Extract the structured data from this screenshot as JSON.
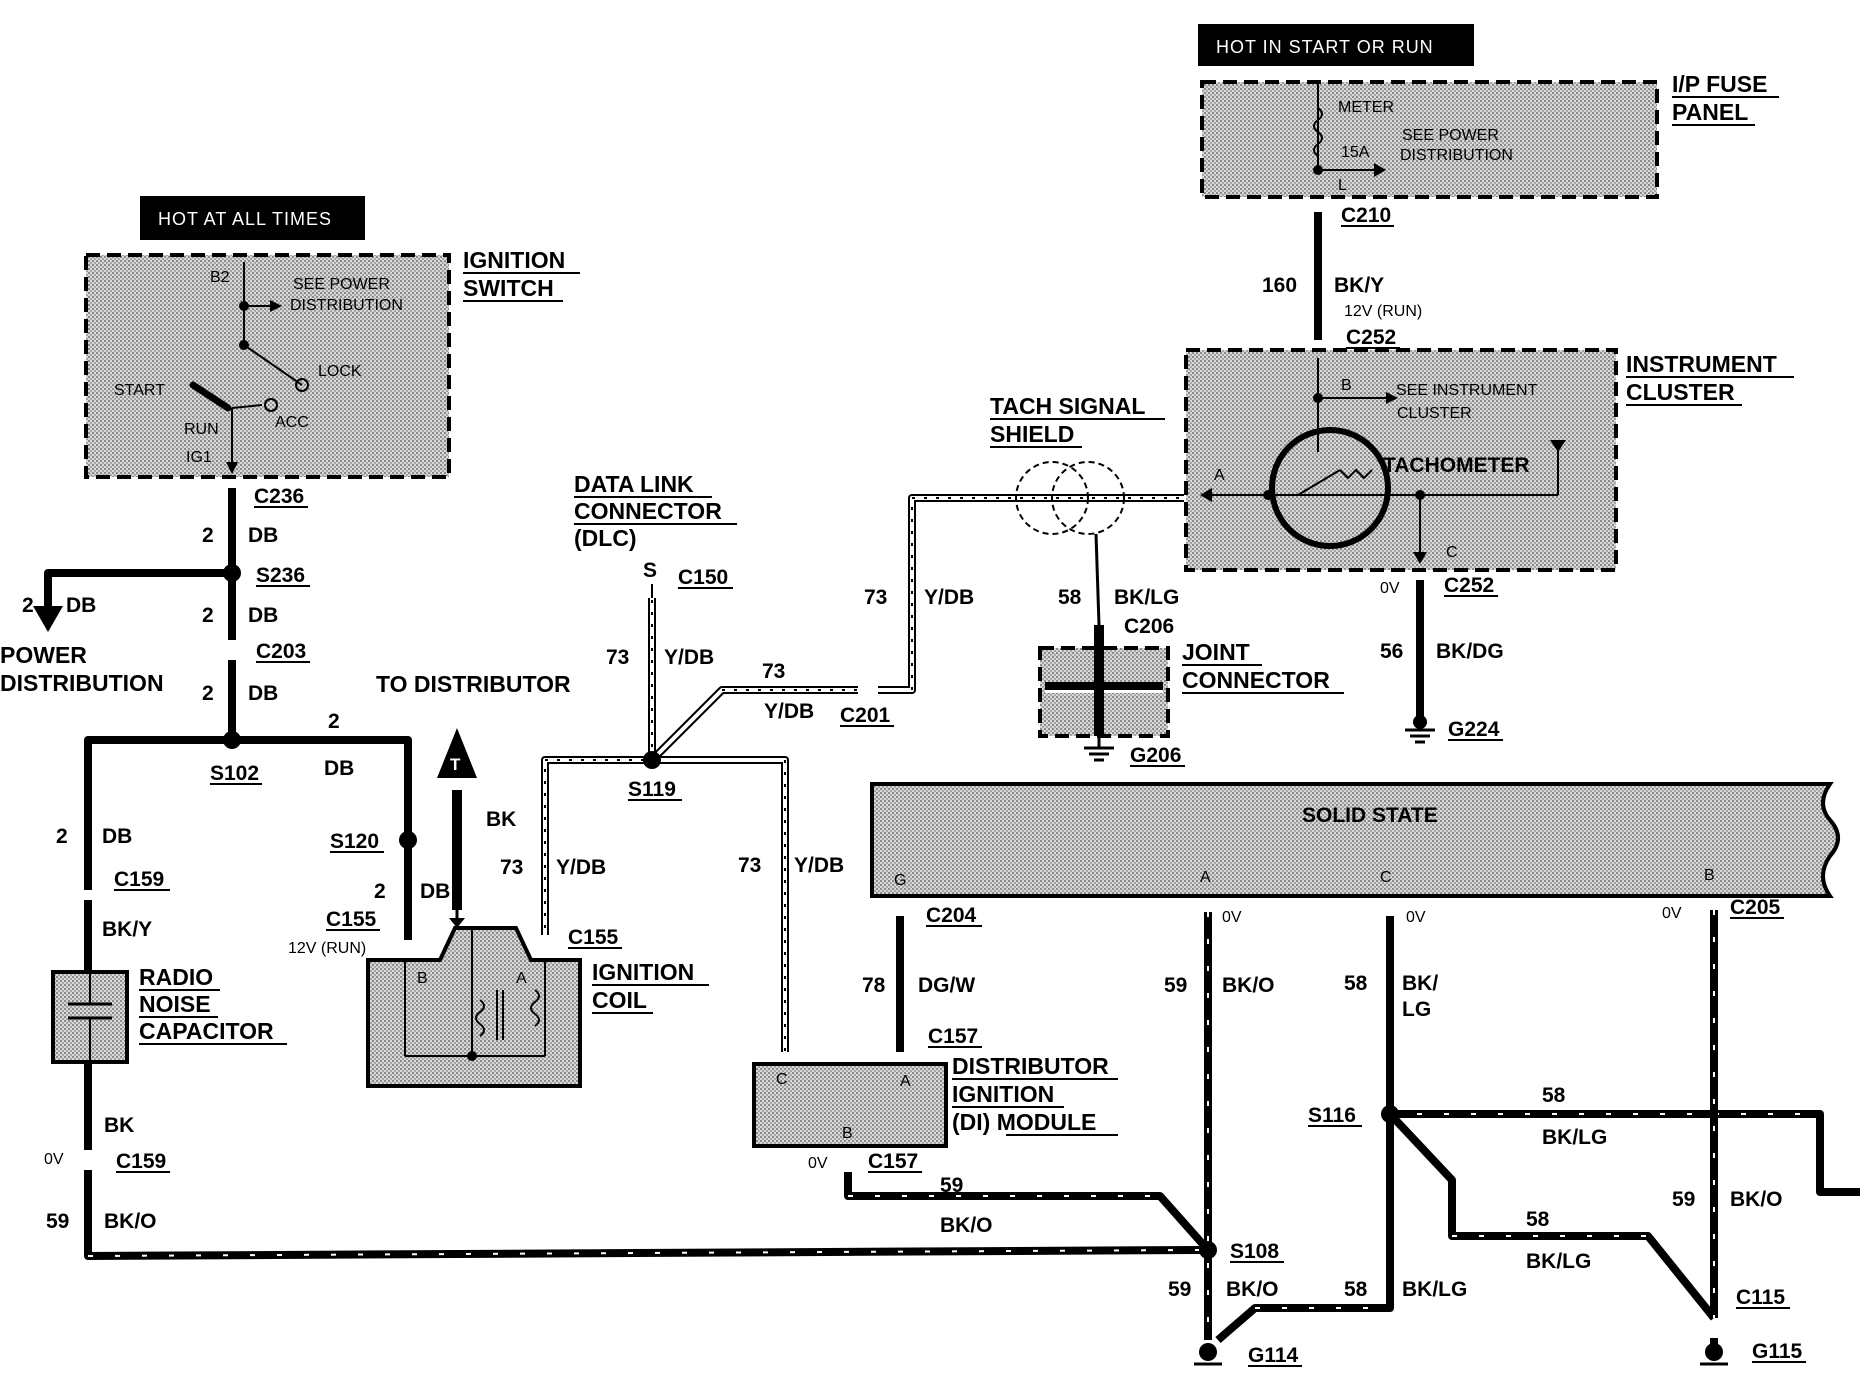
{
  "headers": {
    "hot_all_times": "HOT AT ALL TIMES",
    "hot_start_run": "HOT IN START OR RUN"
  },
  "components": {
    "ignition_switch": [
      "IGNITION",
      "SWITCH"
    ],
    "ip_fuse_panel": [
      "I/P FUSE",
      "PANEL"
    ],
    "instrument_cluster": [
      "INSTRUMENT",
      "CLUSTER"
    ],
    "tach_signal_shield": [
      "TACH SIGNAL",
      "SHIELD"
    ],
    "data_link_connector": [
      "DATA LINK",
      "CONNECTOR",
      "(DLC)"
    ],
    "joint_connector": [
      "JOINT",
      "CONNECTOR"
    ],
    "radio_noise_capacitor": [
      "RADIO",
      "NOISE",
      "CAPACITOR"
    ],
    "ignition_coil": [
      "IGNITION",
      "COIL"
    ],
    "di_module": [
      "DISTRIBUTOR",
      "IGNITION",
      "(DI)  MODULE"
    ],
    "solid_state": "SOLID STATE",
    "power_distribution": [
      "POWER",
      "DISTRIBUTION"
    ],
    "to_distributor": "TO DISTRIBUTOR"
  },
  "switch_labels": {
    "b2": "B2",
    "see_power": "SEE POWER",
    "distribution": "DISTRIBUTION",
    "lock": "LOCK",
    "start": "START",
    "acc": "ACC",
    "run": "RUN",
    "ig1": "IG1"
  },
  "fuse_labels": {
    "meter": "METER",
    "see_power": "SEE POWER",
    "distribution": "DISTRIBUTION",
    "amp": "15A",
    "l": "L"
  },
  "cluster_labels": {
    "b": "B",
    "see_instrument": "SEE INSTRUMENT",
    "cluster": "CLUSTER",
    "tachometer": "TACHOMETER",
    "a": "A",
    "c": "C"
  },
  "pins": {
    "s": "S",
    "b": "B",
    "a": "A",
    "c": "C",
    "g": "G",
    "t": "T"
  },
  "connectors": {
    "c236": "C236",
    "s236": "S236",
    "c203": "C203",
    "s102": "S102",
    "s120": "S120",
    "c155": "C155",
    "c159": "C159",
    "c210": "C210",
    "c252": "C252",
    "c206": "C206",
    "g206": "G206",
    "g224": "G224",
    "c150": "C150",
    "s119": "S119",
    "c201": "C201",
    "c204": "C204",
    "c157": "C157",
    "c205": "C205",
    "s116": "S116",
    "s108": "S108",
    "c115": "C115",
    "g114": "G114",
    "g115": "G115"
  },
  "wires": {
    "n2": "2",
    "db": "DB",
    "n160": "160",
    "bky": "BK/Y",
    "v12run": "12V (RUN)",
    "n73": "73",
    "ydb": "Y/DB",
    "n58": "58",
    "bklg": "BK/LG",
    "bkl": "BK/",
    "lg": "LG",
    "n56": "56",
    "bkdg": "BK/DG",
    "bk": "BK",
    "n59": "59",
    "bko": "BK/O",
    "n78": "78",
    "dgw": "DG/W",
    "ov": "0V"
  }
}
